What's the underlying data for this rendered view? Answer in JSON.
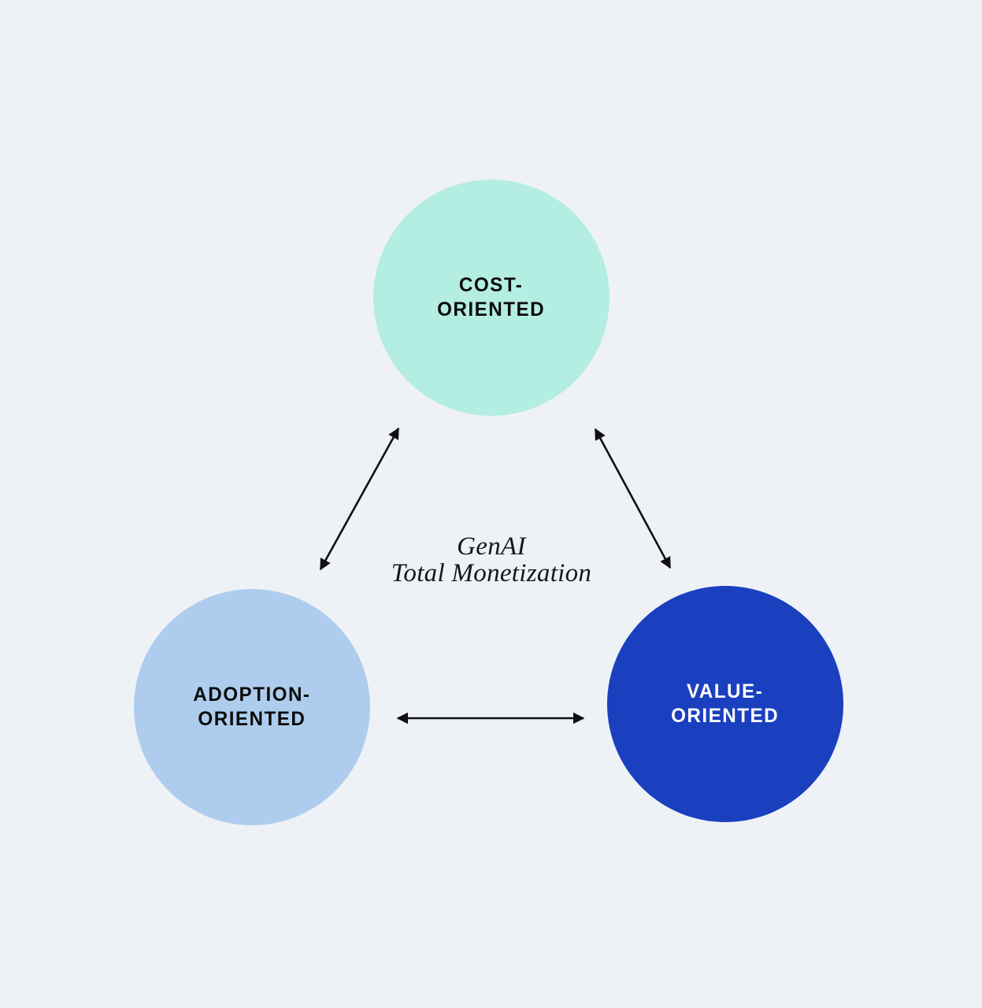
{
  "diagram": {
    "title": "GenAI Total Monetization framework",
    "background_color": "#eef2f6",
    "arrow_color": "#101010",
    "center_label": {
      "line1": "GenAI",
      "line2": "Total Monetization",
      "text_color": "#15171a"
    },
    "nodes": [
      {
        "id": "cost-oriented",
        "label_line1": "COST-",
        "label_line2": "ORIENTED",
        "fill": "#b4ede2",
        "text_color": "#0b0b0b",
        "position": "top"
      },
      {
        "id": "adoption-oriented",
        "label_line1": "ADOPTION-",
        "label_line2": "ORIENTED",
        "fill": "#aecdee",
        "text_color": "#0b0b0b",
        "position": "bottom-left"
      },
      {
        "id": "value-oriented",
        "label_line1": "VALUE-",
        "label_line2": "ORIENTED",
        "fill": "#1b40bf",
        "text_color": "#ffffff",
        "position": "bottom-right"
      }
    ],
    "connectors": [
      {
        "id": "cost-adoption",
        "from": "cost-oriented",
        "to": "adoption-oriented",
        "style": "double-headed-arrow"
      },
      {
        "id": "cost-value",
        "from": "cost-oriented",
        "to": "value-oriented",
        "style": "double-headed-arrow"
      },
      {
        "id": "adoption-value",
        "from": "adoption-oriented",
        "to": "value-oriented",
        "style": "double-headed-arrow"
      }
    ]
  }
}
